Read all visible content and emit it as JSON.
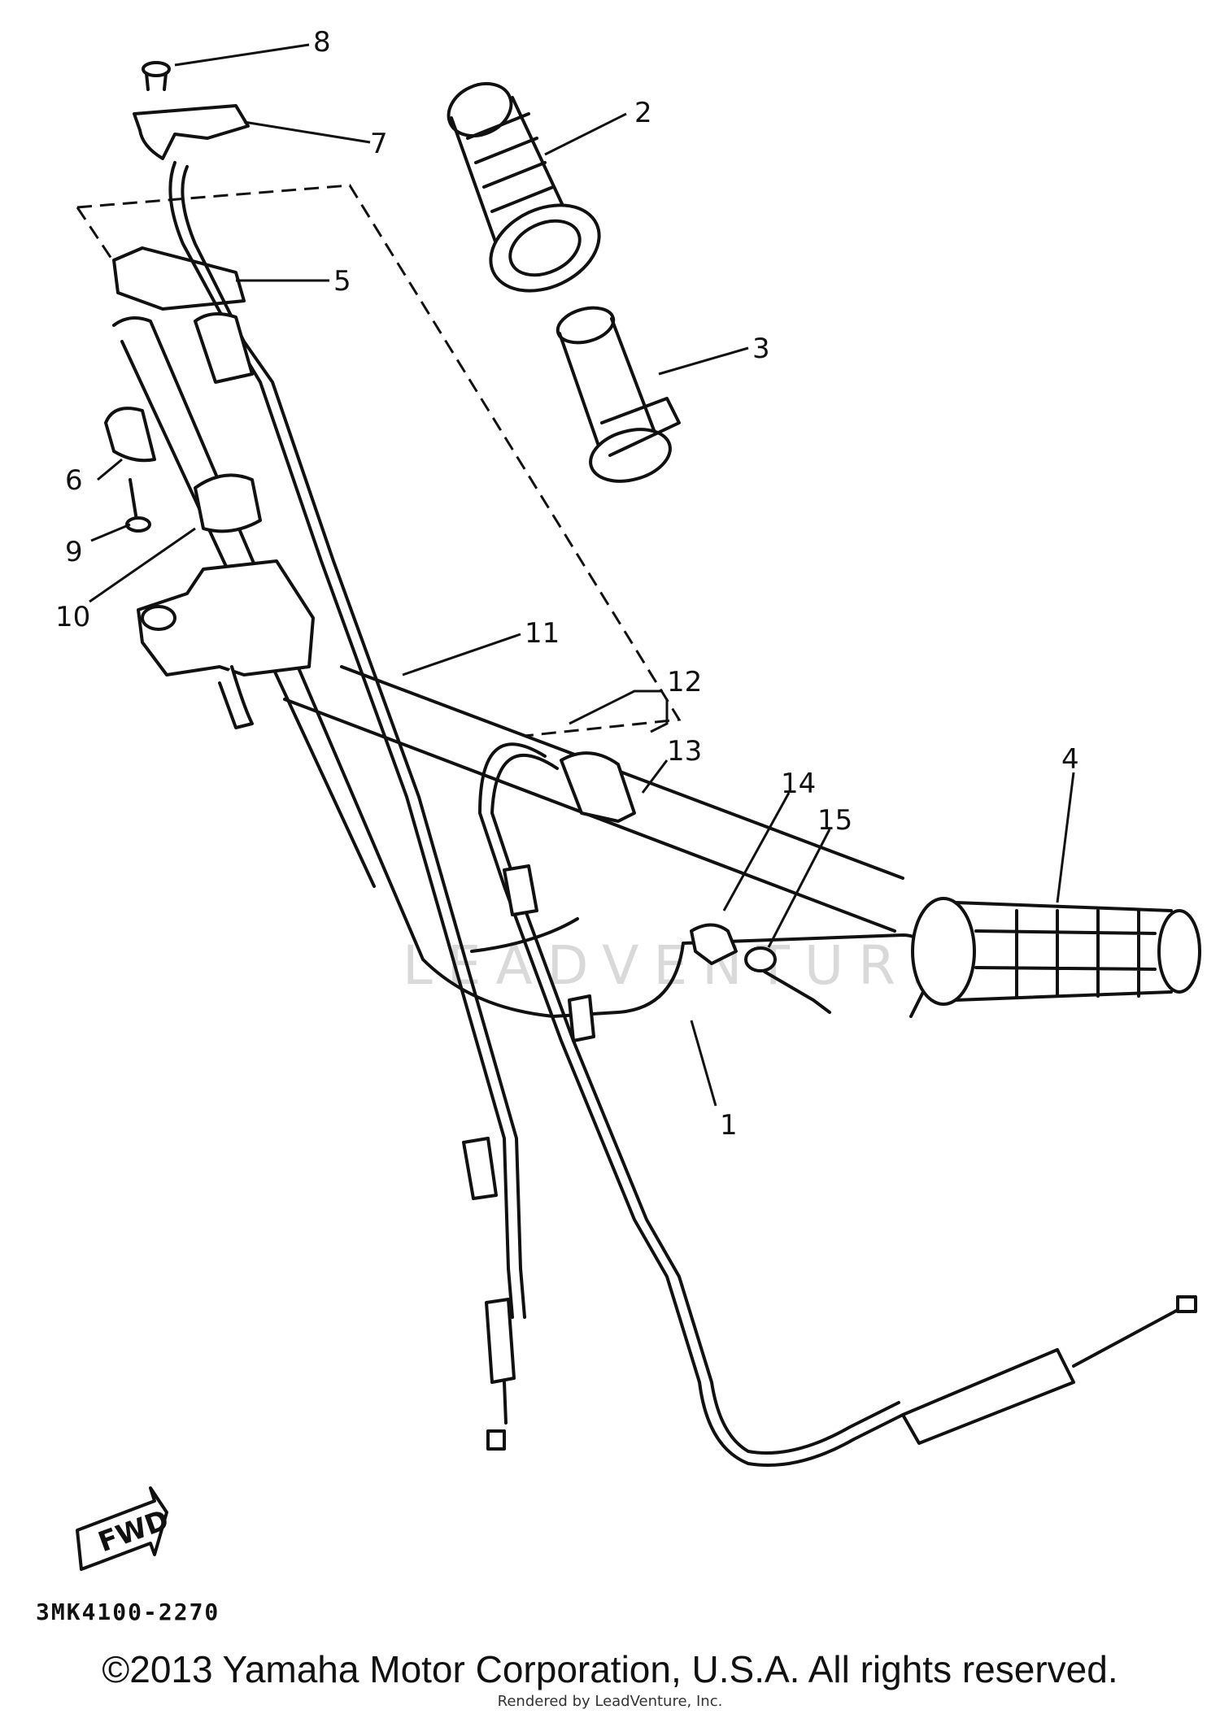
{
  "diagram": {
    "callouts": [
      "1",
      "2",
      "3",
      "4",
      "5",
      "6",
      "7",
      "8",
      "9",
      "10",
      "11",
      "12",
      "13",
      "14",
      "15"
    ],
    "fwd_label": "FWD",
    "watermark": "LEADVENTURE",
    "diagram_code": "3MK4100-2270"
  },
  "footer": {
    "copyright": "©2013 Yamaha Motor Corporation, U.S.A. All rights reserved.",
    "rendered_by": "Rendered by LeadVenture, Inc."
  }
}
